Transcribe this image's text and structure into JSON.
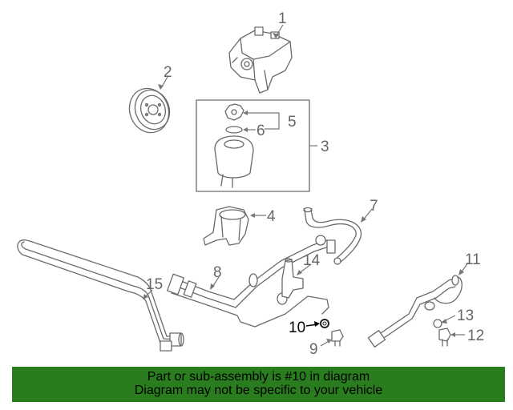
{
  "labels": {
    "p1": "1",
    "p2": "2",
    "p3": "3",
    "p4": "4",
    "p5": "5",
    "p6": "6",
    "p7": "7",
    "p8": "8",
    "p9": "9",
    "p10": "10",
    "p11": "11",
    "p12": "12",
    "p13": "13",
    "p14": "14",
    "p15": "15"
  },
  "highlighted_part": "10",
  "banner": {
    "line1": "Part or sub-assembly is #10 in diagram",
    "line2": "Diagram may not be specific to your vehicle",
    "color": "#2a7d1e"
  }
}
